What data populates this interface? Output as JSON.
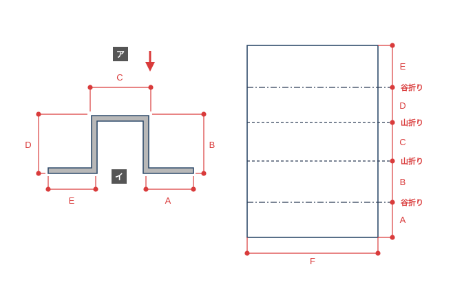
{
  "left_view": {
    "tag_top": "ア",
    "tag_bottom": "イ",
    "dims": {
      "a": "A",
      "b": "B",
      "c": "C",
      "d": "D",
      "e": "E"
    }
  },
  "right_view": {
    "sections": [
      "E",
      "D",
      "C",
      "B",
      "A"
    ],
    "width_label": "F",
    "folds": [
      "谷折り",
      "山折り",
      "山折り",
      "谷折り"
    ]
  },
  "colors": {
    "dimension": "#d93b3b",
    "profile_fill": "#b8b8b8",
    "profile_stroke": "#2f4b6b",
    "sheet_stroke": "#2f4b6b",
    "fold_line": "#2b3a55",
    "tag_bg": "#555555"
  }
}
